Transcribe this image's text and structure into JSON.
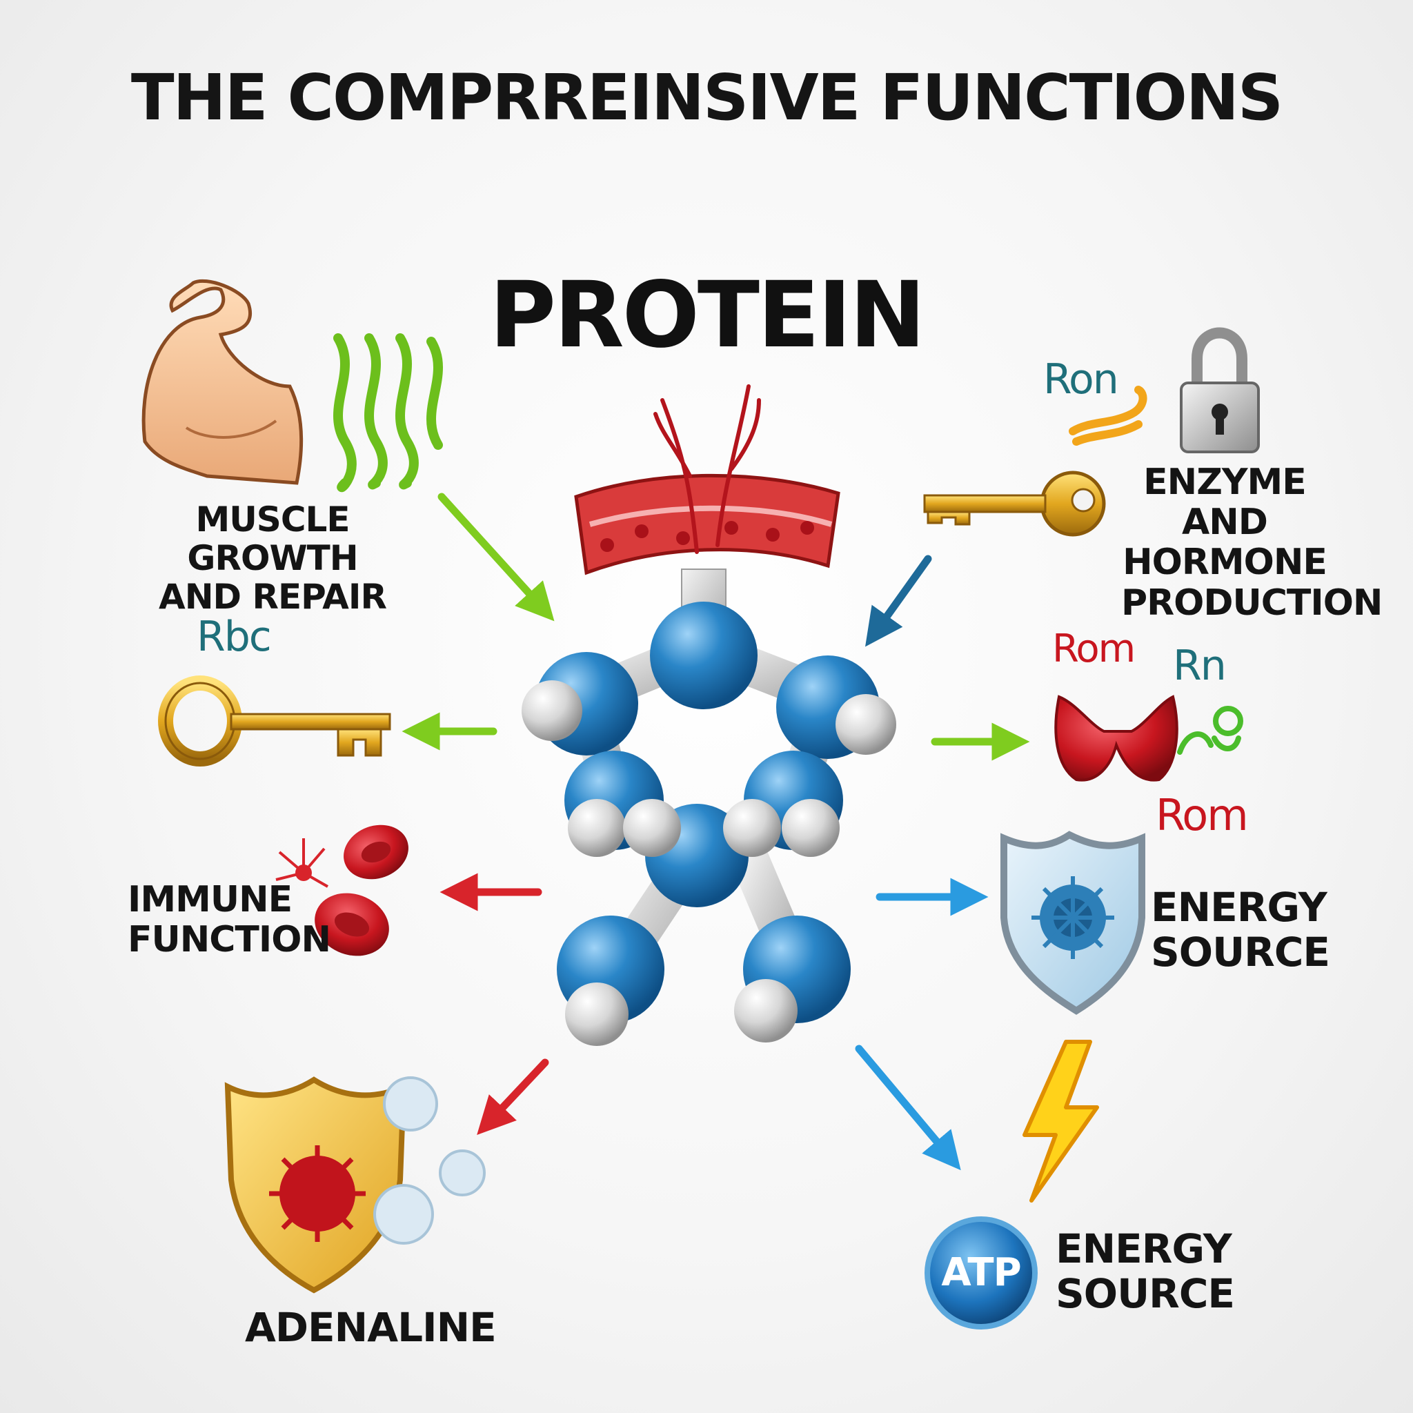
{
  "header": {
    "title": "THE COMPRREINSIVE FUNCTIONS"
  },
  "center": {
    "title": "PROTEIN"
  },
  "labels": {
    "muscle": [
      "MUSCLE GROWTH",
      "AND REPAIR"
    ],
    "enzyme": [
      "ENZYME AND",
      "HORMONE",
      "PRODUCTION"
    ],
    "immune": [
      "IMMUNE",
      "FUNCTION"
    ],
    "energy_shield": [
      "ENERGY",
      "SOURCE"
    ],
    "adrenaline": [
      "ADENALINE"
    ],
    "energy_atp": [
      "ENERGY",
      "SOURCE"
    ]
  },
  "tags": {
    "ron": "Ron",
    "rbc": "Rbc",
    "rom_red": "Rom",
    "rn": "Rn",
    "rom_shield": "Rom"
  },
  "atp_badge": "ATP",
  "colors": {
    "arrow_green": "#7fcc1f",
    "arrow_navy": "#1e6a99",
    "arrow_red": "#d8242b",
    "arrow_blue": "#2a9be0",
    "atom_blue": "#2a86c8",
    "atom_white": "#d9d9d9"
  },
  "icons": [
    "flexed-arm-icon",
    "muscle-fiber-icon",
    "key-icon",
    "padlock-icon",
    "tissue-icon",
    "blood-cell-icon",
    "thyroid-icon",
    "shield-virus-icon",
    "lightning-icon",
    "atp-icon"
  ]
}
